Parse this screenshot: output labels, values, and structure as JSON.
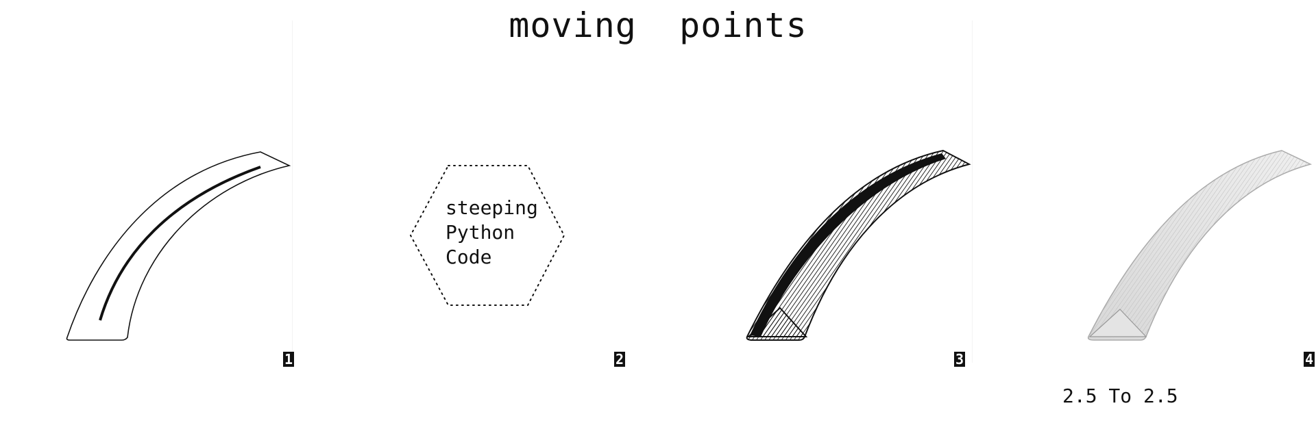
{
  "title": "moving  points",
  "panels": [
    {
      "number": "1",
      "caption": ""
    },
    {
      "number": "2",
      "caption": ""
    },
    {
      "number": "3",
      "caption": ""
    },
    {
      "number": "4",
      "caption": ""
    }
  ],
  "hexagon": {
    "lines": [
      "steeping",
      "Python",
      "Code"
    ]
  },
  "footer": "2.5 To 2.5",
  "colors": {
    "ink": "#111111",
    "background": "#ffffff",
    "render_gray": "#bdbdbd"
  }
}
